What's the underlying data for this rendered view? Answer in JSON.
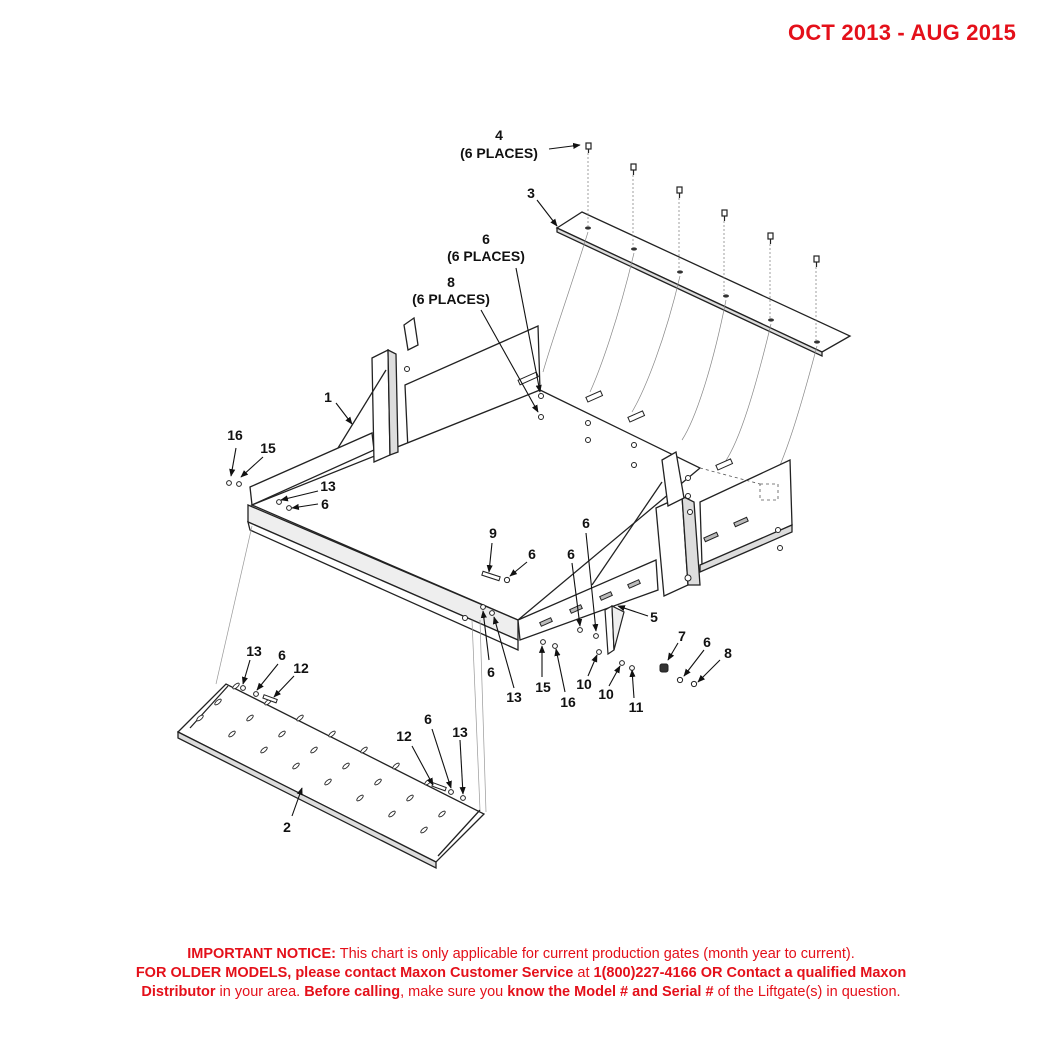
{
  "header": {
    "date_range": "OCT 2013 - AUG 2015"
  },
  "callouts": {
    "c4": "4",
    "c4_sub": "(6 PLACES)",
    "c3": "3",
    "c6a": "6",
    "c6a_sub": "(6 PLACES)",
    "c8a": "8",
    "c8a_sub": "(6 PLACES)",
    "c1": "1",
    "c16a": "16",
    "c15a": "15",
    "c13a": "13",
    "c6b": "6",
    "c9": "9",
    "c6c": "6",
    "c6d": "6",
    "c6e": "6",
    "c5": "5",
    "c7": "7",
    "c6f": "6",
    "c8b": "8",
    "c6g": "6",
    "c13b": "13",
    "c15b": "15",
    "c16b": "16",
    "c10a": "10",
    "c10b": "10",
    "c11": "11",
    "c13c": "13",
    "c6h": "6",
    "c12a": "12",
    "c12b": "12",
    "c6i": "6",
    "c13d": "13",
    "c2": "2"
  },
  "notice": {
    "p1_bold": "IMPORTANT NOTICE:",
    "p1_text": " This chart is only applicable for current production gates (month year to current).",
    "p2_bold": "FOR OLDER MODELS, please contact Maxon Customer Service",
    "p2_text": " at ",
    "p2_phone": "1(800)227-4166 OR Contact a qualified Maxon",
    "p3_bold": "Distributor",
    "p3_text1": " in your area. ",
    "p3_bold2": "Before calling",
    "p3_text2": ", make sure you ",
    "p3_bold3": "know the Model # and Serial #",
    "p3_text3": " of the Liftgate(s) in question."
  },
  "colors": {
    "accent_red": "#e4101a",
    "line": "#222222"
  }
}
